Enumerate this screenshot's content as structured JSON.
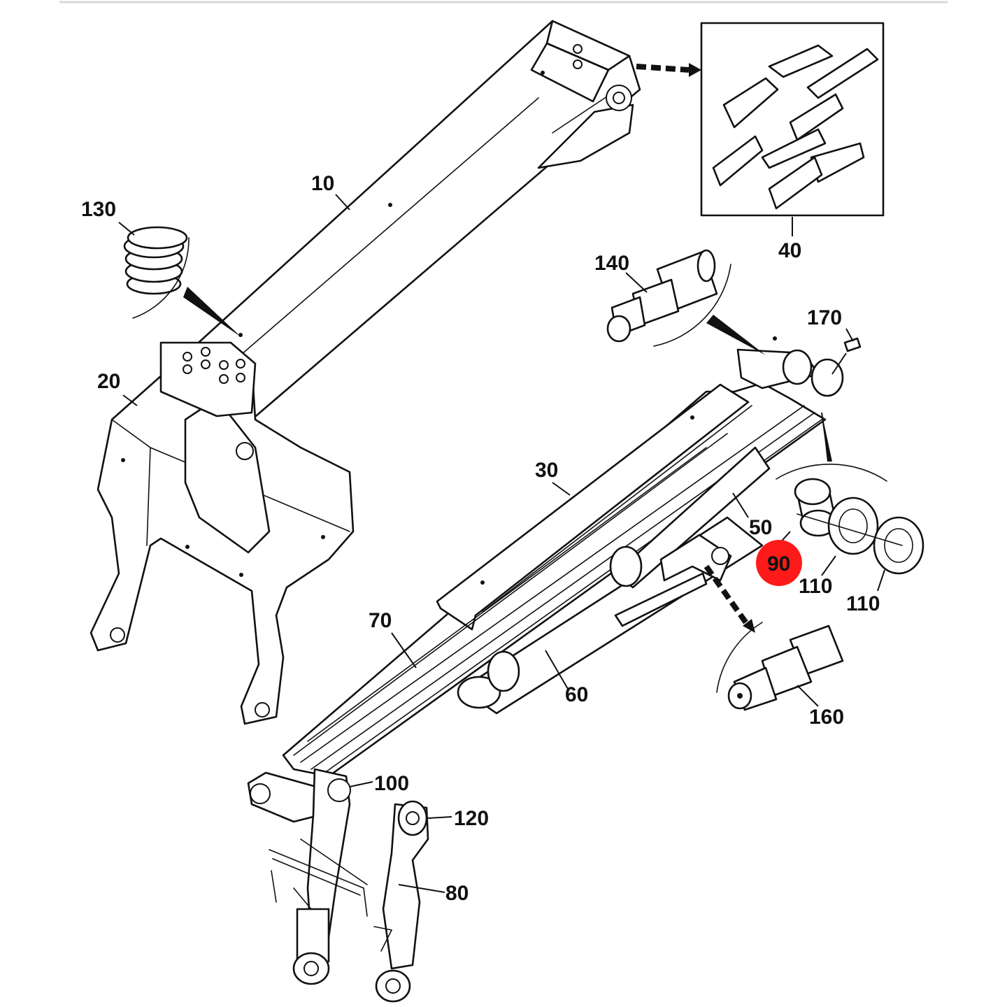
{
  "callouts": [
    {
      "label": "10"
    },
    {
      "label": "20"
    },
    {
      "label": "30"
    },
    {
      "label": "40"
    },
    {
      "label": "50"
    },
    {
      "label": "60"
    },
    {
      "label": "70"
    },
    {
      "label": "80"
    },
    {
      "label": "90",
      "highlighted": true
    },
    {
      "label": "100"
    },
    {
      "label": "110"
    },
    {
      "label": "110"
    },
    {
      "label": "120"
    },
    {
      "label": "130"
    },
    {
      "label": "140"
    },
    {
      "label": "160"
    },
    {
      "label": "170"
    }
  ],
  "colors": {
    "line": "#111111",
    "background": "#ffffff",
    "highlight": "#ff1a1a"
  }
}
